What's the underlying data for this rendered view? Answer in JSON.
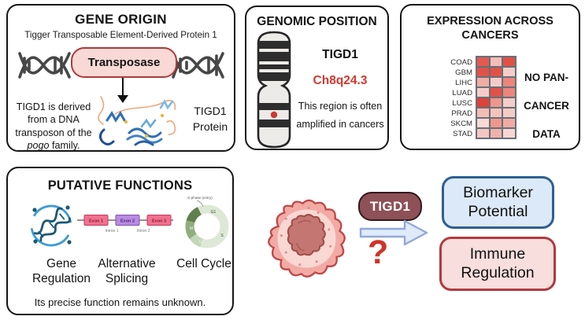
{
  "figure": {
    "gene_origin": {
      "title": "GENE ORIGIN",
      "subtitle": "Tigger Transposable Element-Derived Protein 1",
      "transposase_label": "Transposase",
      "note_pre": "TIGD1 is derived from a DNA transposon of the ",
      "note_italic": "pogo",
      "note_post": " family.",
      "protein_label": "TIGD1 Protein"
    },
    "genomic_position": {
      "title": "GENOMIC POSITION",
      "gene": "TIGD1",
      "locus": "Ch8q24.3",
      "locus_color": "#d23a31",
      "description": "This region is often amplified in cancers"
    },
    "expression": {
      "title": "EXPRESSION ACROSS CANCERS",
      "no_data_label": "NO PAN-CANCER DATA",
      "rows": [
        {
          "label": "COAD",
          "cells": [
            "#e25a50",
            "#f2beb8",
            "#e25148"
          ]
        },
        {
          "label": "GBM",
          "cells": [
            "#e25148",
            "#e25148",
            "#f5cdc8"
          ]
        },
        {
          "label": "LIHC",
          "cells": [
            "#f0ada5",
            "#f5cdc8",
            "#ec857b"
          ]
        },
        {
          "label": "LUAD",
          "cells": [
            "#f5cdc8",
            "#e25148",
            "#ec857b"
          ]
        },
        {
          "label": "LUSC",
          "cells": [
            "#de4238",
            "#ee978e",
            "#f5cdc8"
          ]
        },
        {
          "label": "PRAD",
          "cells": [
            "#f3bcb5",
            "#f4c3bd",
            "#f5cbc5"
          ]
        },
        {
          "label": "SKCM",
          "cells": [
            "#f8d9d4",
            "#ef978e",
            "#f1aba3"
          ]
        },
        {
          "label": "STAD",
          "cells": [
            "#f4c6c0",
            "#f0b1a9",
            "#f7d6d1"
          ]
        }
      ]
    },
    "putative_functions": {
      "title": "PUTATIVE FUNCTIONS",
      "items": [
        {
          "label": "Gene Regulation"
        },
        {
          "label": "Alternative Splicing"
        },
        {
          "label": "Cell Cycle"
        }
      ],
      "splicing": {
        "exons": [
          "Exon 1",
          "Exon 2",
          "Exon 3"
        ],
        "introns": [
          "Intron 1",
          "Intron 2"
        ]
      },
      "cell_cycle": {
        "annotation": "S-phase (entry)",
        "phases": [
          "G1",
          "S",
          "G2",
          "M"
        ]
      },
      "footnote": "Its precise function remains unknown."
    },
    "summary": {
      "gene_tag": "TIGD1",
      "question_mark": "?",
      "outcomes": [
        {
          "label": "Biomarker Potential",
          "fill": "#dce9f8",
          "border": "#2d5f93"
        },
        {
          "label": "Immune Regulation",
          "fill": "#f8dedd",
          "border": "#b13a3f"
        }
      ]
    }
  }
}
